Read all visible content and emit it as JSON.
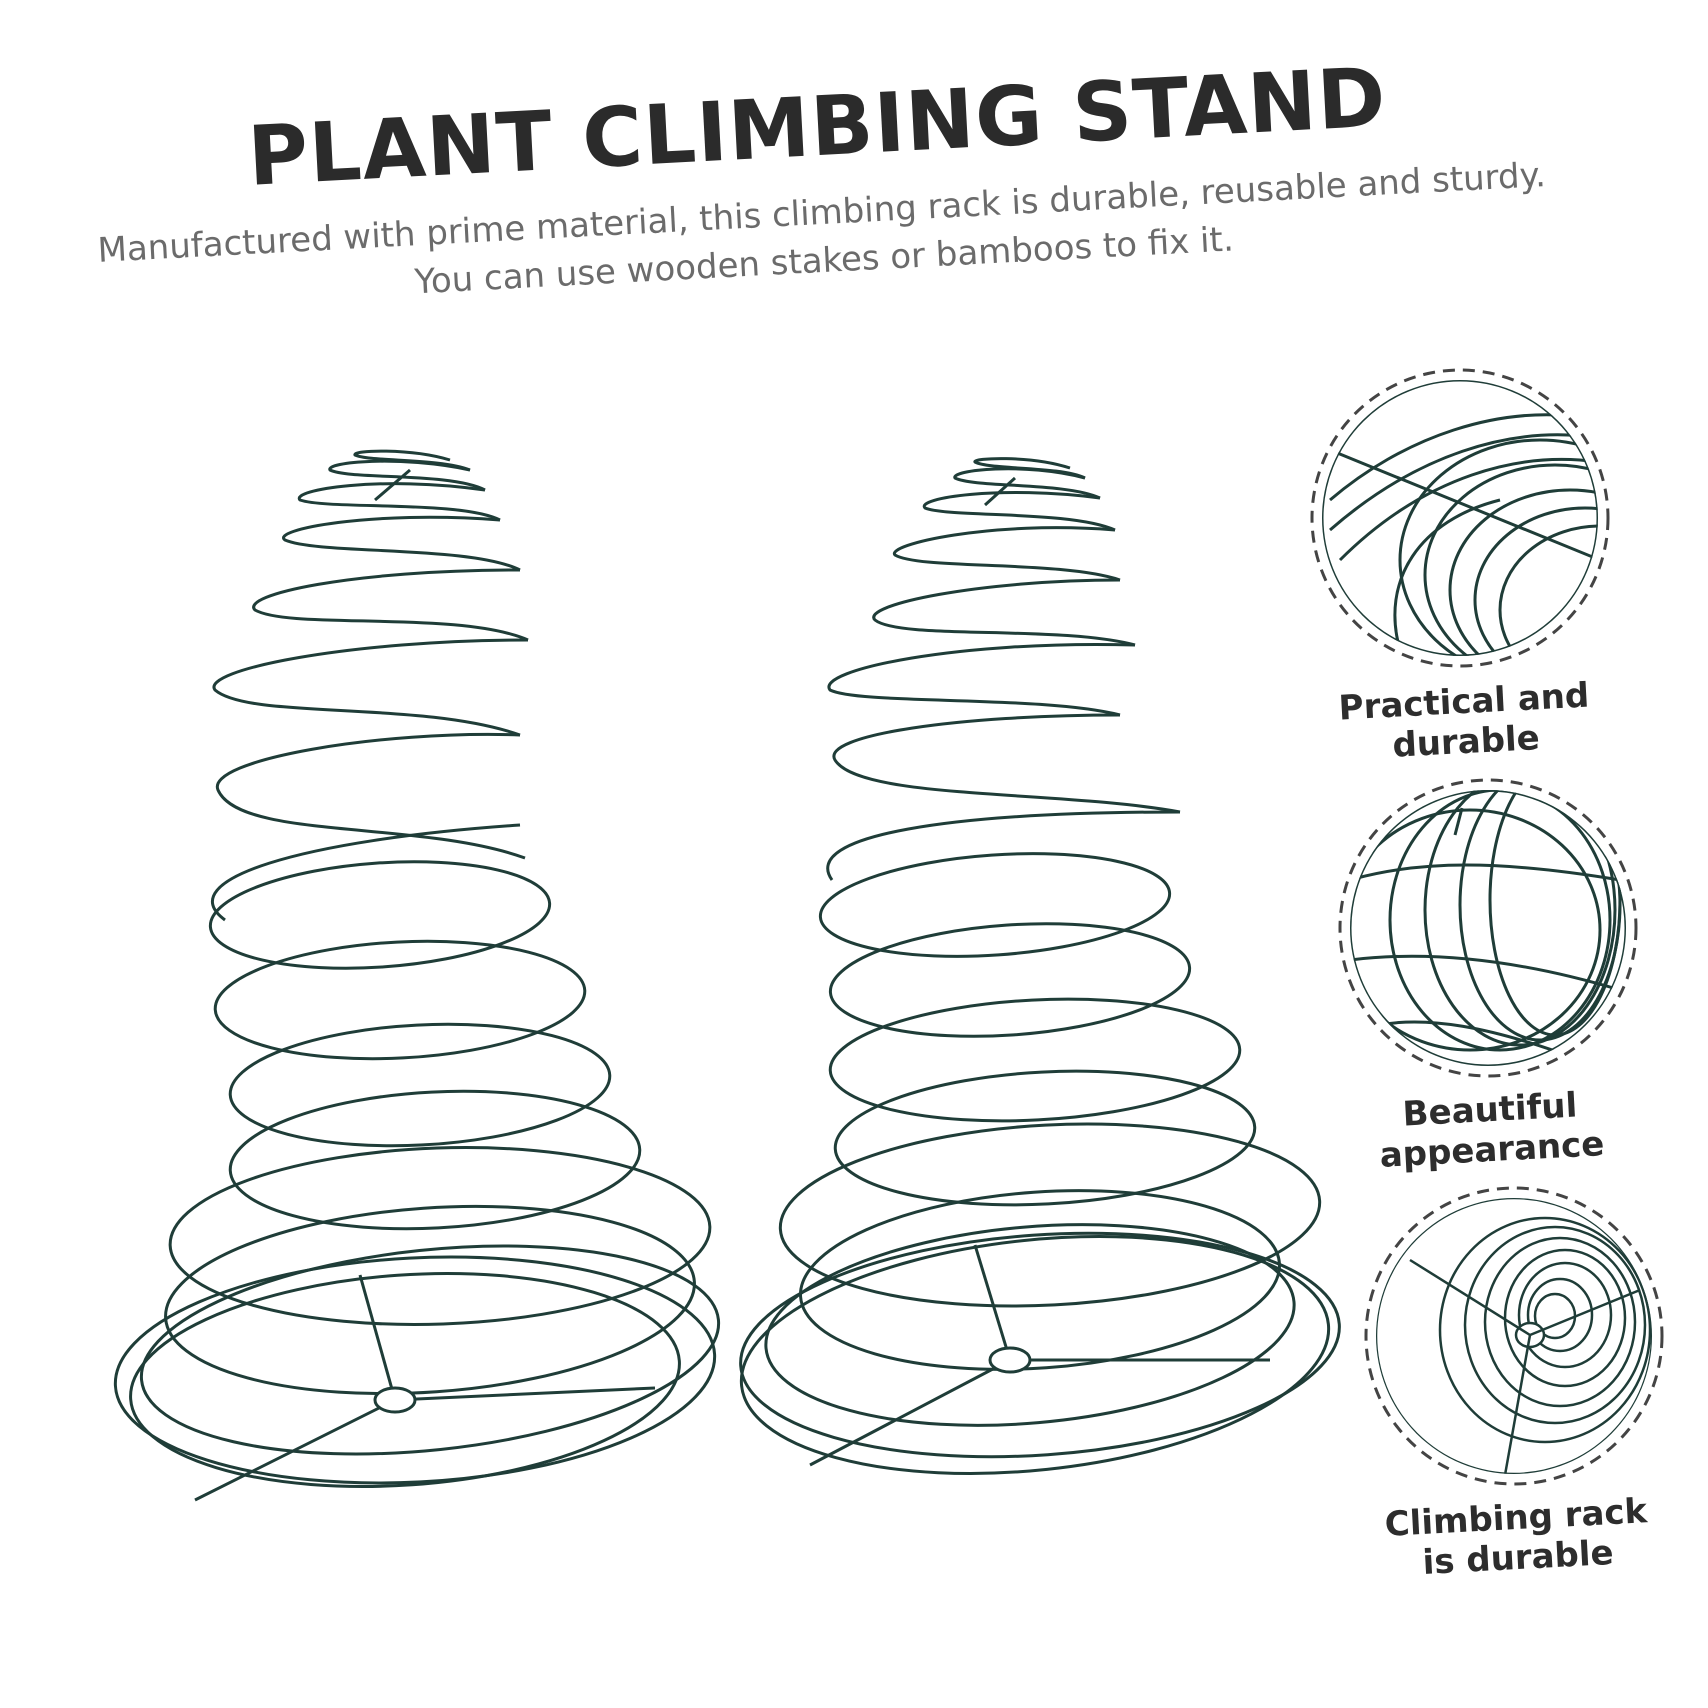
{
  "header": {
    "title": "PLANT CLIMBING STAND",
    "subtitle_line1": "Manufactured with prime material, this climbing rack is durable, reusable and sturdy.",
    "subtitle_line2": "You can use wooden stakes or bamboos to fix it."
  },
  "features": [
    {
      "line1": "Practical and",
      "line2": "durable",
      "icon": "wire-coil-closeup-icon"
    },
    {
      "line1": "Beautiful",
      "line2": "appearance",
      "icon": "wire-dome-closeup-icon"
    },
    {
      "line1": "Climbing rack",
      "line2": "is durable",
      "icon": "wire-spiral-top-view-icon"
    }
  ],
  "colors": {
    "wire": "#1f3d38",
    "title": "#2b2b2b",
    "subtitle": "#6b6b6b",
    "dashed_circle": "#444444"
  }
}
